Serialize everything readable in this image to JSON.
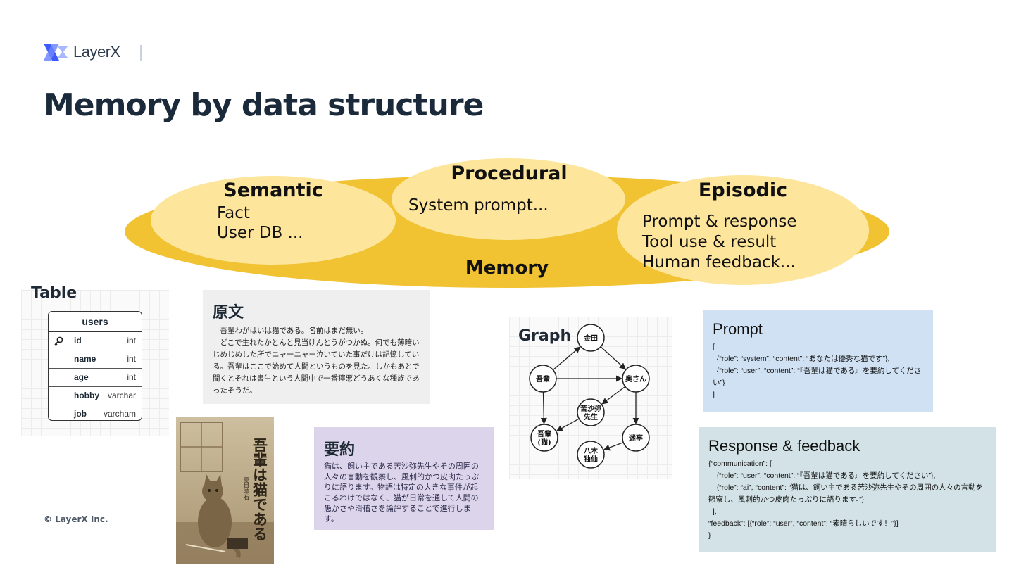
{
  "header": {
    "logo_text": "LayerX",
    "title": "Memory by data structure"
  },
  "footer": {
    "copyright": "© LayerX Inc."
  },
  "colors": {
    "memory_outer": "#f1c232",
    "memory_inner": "#fde69c",
    "title": "#1b2a3a"
  },
  "memory": {
    "label": "Memory",
    "semantic": {
      "title": "Semantic",
      "lines": [
        "Fact",
        "User DB ..."
      ]
    },
    "procedural": {
      "title": "Procedural",
      "lines": [
        "System prompt..."
      ]
    },
    "episodic": {
      "title": "Episodic",
      "lines": [
        "Prompt & response",
        "Tool use & result",
        "Human feedback..."
      ]
    }
  },
  "table": {
    "label": "Table",
    "name": "users",
    "rows": [
      {
        "name": "id",
        "type": "int",
        "key": true
      },
      {
        "name": "name",
        "type": "int",
        "key": false
      },
      {
        "name": "age",
        "type": "int",
        "key": false
      },
      {
        "name": "hobby",
        "type": "varchar",
        "key": false
      },
      {
        "name": "job",
        "type": "varcham",
        "key": false
      }
    ]
  },
  "genbun": {
    "title": "原文",
    "paragraphs": [
      "吾輩わがはいは猫である。名前はまだ無い。",
      "どこで生れたかとんと見当けんとうがつかぬ。何でも薄暗いじめじめした所でニャーニャー泣いていた事だけは記憶している。吾輩はここで始めて人間というものを見た。しかもあとで聞くとそれは書生という人間中で一番獰悪どうあくな種族であったそうだ。"
    ]
  },
  "book": {
    "title_vertical": "吾輩は猫である",
    "author_vertical": "夏目漱石"
  },
  "youyaku": {
    "title": "要約",
    "text": "猫は、飼い主である苦沙弥先生やその周囲の人々の言動を観察し、風刺的かつ皮肉たっぷりに語ります。物語は特定の大きな事件が起こるわけではなく、猫が日常を通して人間の愚かさや滑稽さを論評することで進行します。"
  },
  "graph": {
    "label": "Graph",
    "nodes": [
      {
        "id": "kaneda",
        "lines": [
          "金田"
        ]
      },
      {
        "id": "wagahai",
        "lines": [
          "吾輩"
        ]
      },
      {
        "id": "okusan",
        "lines": [
          "奥さん"
        ]
      },
      {
        "id": "kushami",
        "lines": [
          "苦沙弥",
          "先生"
        ]
      },
      {
        "id": "wagahai_neko",
        "lines": [
          "吾輩",
          "(猫)"
        ]
      },
      {
        "id": "meitei",
        "lines": [
          "迷亭"
        ]
      },
      {
        "id": "yagi",
        "lines": [
          "八木",
          "独仙"
        ]
      }
    ],
    "edges": [
      [
        "wagahai",
        "kaneda"
      ],
      [
        "kaneda",
        "okusan"
      ],
      [
        "wagahai",
        "okusan"
      ],
      [
        "okusan",
        "kushami"
      ],
      [
        "wagahai",
        "wagahai_neko"
      ],
      [
        "kushami",
        "wagahai_neko"
      ],
      [
        "okusan",
        "meitei"
      ],
      [
        "meitei",
        "yagi"
      ]
    ]
  },
  "prompt": {
    "title": "Prompt",
    "body": "[\n  {“role”: “system”, “content”: “あなたは優秀な猫です”},\n  {“role”: “user”, “content”: “『吾輩は猫である』を要約してください”}\n]"
  },
  "response": {
    "title": "Response & feedback",
    "body": "{“communication”: [\n    {“role”: “user”, “content”: “『吾輩は猫である』を要約してください”},\n    {“role”: “ai”, “content”: “猫は、飼い主である苦沙弥先生やその周囲の人々の言動を観察し、風刺的かつ皮肉たっぷりに語ります。”}\n  ],\n“feedback”: [{“role”: “user”, “content”: “素晴らしいです！”}]\n}"
  }
}
